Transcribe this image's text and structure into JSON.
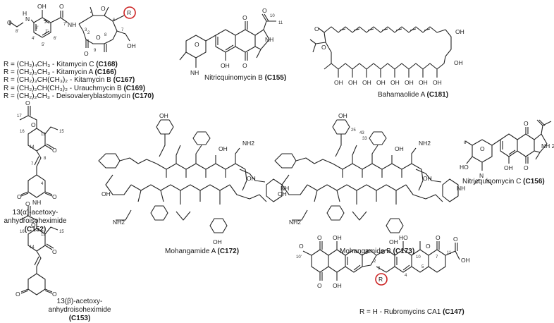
{
  "compounds": {
    "kitamycin_series": {
      "r_substituents": [
        {
          "r": "R = (CH₂)₄CH₃ - Kitamycin C",
          "code": "(C168)"
        },
        {
          "r": "R = (CH₂)₅CH₃ - Kitamycin A",
          "code": "(C166)"
        },
        {
          "r": "R = (CH₂)₃CH(CH₃)₂ - Kitamycin B",
          "code": "(C167)"
        },
        {
          "r": "R = (CH₂)₂CH(CH₃)₂ - Urauchmycin B",
          "code": "(C169)"
        },
        {
          "r": "R = (CH₂)₂CH₃ - Deisovaleryblastomycin",
          "code": "(C170)"
        }
      ]
    },
    "c155": {
      "name": "Nitricquinomycin B",
      "code": "(C155)"
    },
    "c181": {
      "name": "Bahamaolide A",
      "code": "(C181)"
    },
    "c156": {
      "name": "Nitricquinomycin C",
      "code": "(C156)"
    },
    "c152": {
      "line1": "13(α)-acetoxy-",
      "line2": "anhydroisoheximide",
      "code": "(C152)"
    },
    "c153": {
      "line1": "13(β)-acetoxy-",
      "line2": "anhydroisoheximide",
      "code": "(C153)"
    },
    "c172": {
      "name": "Mohangamide A",
      "code": "(C172)"
    },
    "c173": {
      "name": "Mohangamide B",
      "code": "(C173)"
    },
    "c147": {
      "name": "R = H - Rubromycins CA1",
      "code": "(C147)"
    }
  },
  "atoms": {
    "R": "R",
    "O": "O",
    "OH": "OH",
    "HO": "HO",
    "N": "N",
    "NH": "NH",
    "H": "H",
    "NH2": "NH2",
    "NH_sub2": "NH 2"
  },
  "colors": {
    "r_marker": "#cc2222",
    "ink": "#222222"
  }
}
